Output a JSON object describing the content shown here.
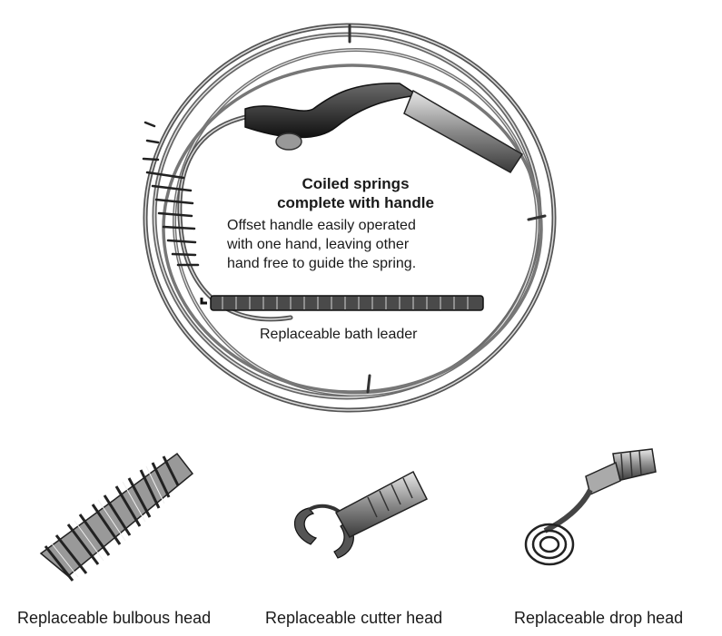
{
  "coil": {
    "title_line1": "Coiled springs",
    "title_line2": "complete with handle",
    "description_lines": [
      "Offset handle easily operated",
      "with one hand, leaving other",
      "hand free to guide the spring."
    ]
  },
  "bath_leader": {
    "caption": "Replaceable bath leader"
  },
  "heads": [
    {
      "caption": "Replaceable bulbous head"
    },
    {
      "caption": "Replaceable cutter head"
    },
    {
      "caption": "Replaceable drop head"
    }
  ]
}
